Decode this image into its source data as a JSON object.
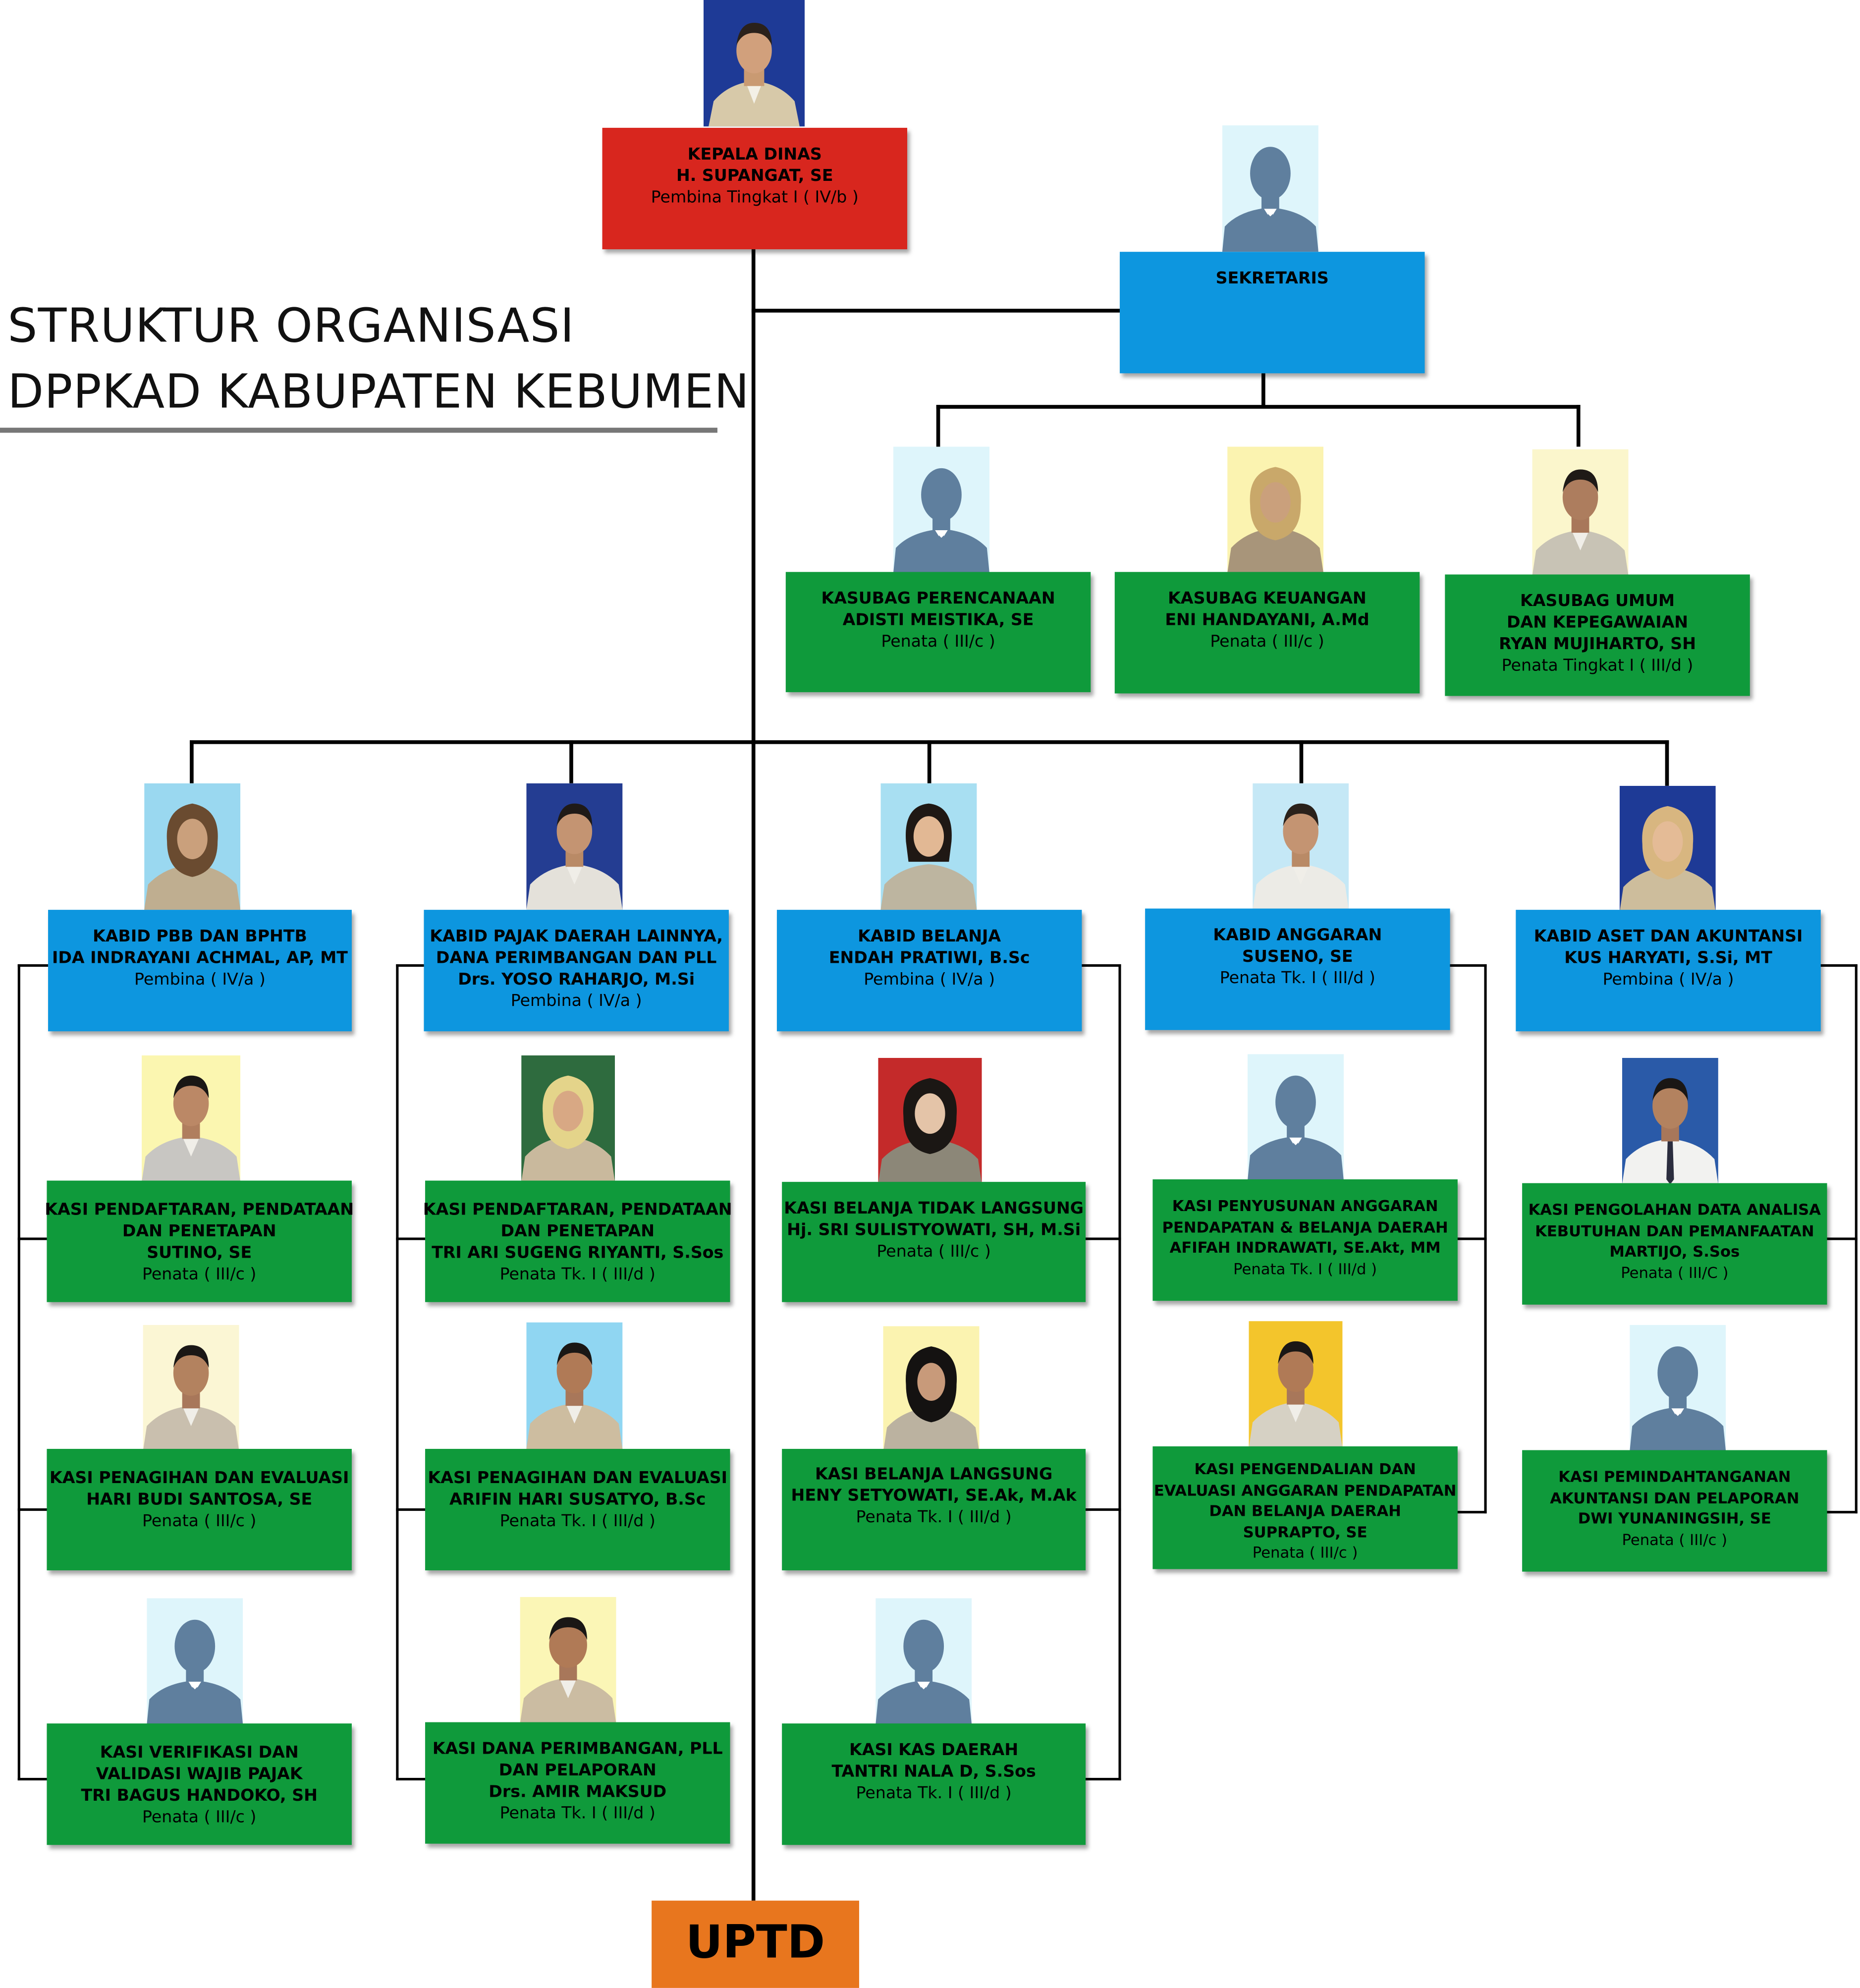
{
  "page_title": {
    "line1": "STRUKTUR ORGANISASI",
    "line2": "DPPKAD KABUPATEN KEBUMEN"
  },
  "colors": {
    "head": "#d8261e",
    "secretary_and_kabid": "#0d96df",
    "kasubag_and_kasi": "#0f9a3b",
    "uptd": "#e8761e"
  },
  "kepala": {
    "title": "KEPALA DINAS",
    "name": "H. SUPANGAT, SE",
    "rank": "Pembina Tingkat I (  IV/b )",
    "photo": "person-photo"
  },
  "sekretaris": {
    "title": "SEKRETARIS",
    "photo": "person-silhouette-icon"
  },
  "kasubag": [
    {
      "lines": [
        "KASUBAG PERENCANAAN",
        "ADISTI MEISTIKA, SE"
      ],
      "rank": "Penata ( III/c )",
      "photo": "person-silhouette-icon"
    },
    {
      "lines": [
        "KASUBAG KEUANGAN",
        "ENI HANDAYANI, A.Md"
      ],
      "rank": "Penata ( III/c )",
      "photo": "person-photo"
    },
    {
      "lines": [
        "KASUBAG UMUM",
        "DAN KEPEGAWAIAN",
        "RYAN MUJIHARTO, SH"
      ],
      "rank": "Penata Tingkat I ( III/d )",
      "photo": "person-photo"
    }
  ],
  "kabid": [
    {
      "lines": [
        "KABID PBB DAN BPHTB",
        "IDA INDRAYANI ACHMAL, AP, MT"
      ],
      "rank": "Pembina ( IV/a )",
      "photo": "person-photo"
    },
    {
      "lines": [
        "KABID PAJAK DAERAH LAINNYA,",
        "DANA PERIMBANGAN DAN PLL",
        "Drs. YOSO RAHARJO, M.Si"
      ],
      "rank": "Pembina ( IV/a )",
      "photo": "person-photo"
    },
    {
      "lines": [
        "KABID BELANJA",
        "ENDAH PRATIWI, B.Sc"
      ],
      "rank": "Pembina ( IV/a )",
      "photo": "person-photo"
    },
    {
      "lines": [
        "KABID ANGGARAN",
        "SUSENO, SE"
      ],
      "rank": "Penata Tk. I ( III/d )",
      "photo": "person-photo"
    },
    {
      "lines": [
        "KABID ASET DAN AKUNTANSI",
        "KUS HARYATI, S.Si, MT"
      ],
      "rank": "Pembina ( IV/a )",
      "photo": "person-photo"
    }
  ],
  "kasi_col1": [
    {
      "lines": [
        "KASI PENDAFTARAN, PENDATAAN",
        "DAN PENETAPAN",
        "SUTINO, SE"
      ],
      "rank": "Penata ( III/c )",
      "photo": "person-photo"
    },
    {
      "lines": [
        "KASI PENAGIHAN DAN EVALUASI",
        "HARI BUDI SANTOSA, SE"
      ],
      "rank": "Penata ( III/c )",
      "photo": "person-photo"
    },
    {
      "lines": [
        "KASI VERIFIKASI DAN",
        "VALIDASI WAJIB PAJAK",
        "TRI BAGUS HANDOKO, SH"
      ],
      "rank": "Penata ( III/c )",
      "photo": "person-silhouette-icon"
    }
  ],
  "kasi_col2": [
    {
      "lines": [
        "KASI PENDAFTARAN, PENDATAAN",
        "DAN PENETAPAN",
        "TRI ARI SUGENG RIYANTI, S.Sos"
      ],
      "rank": "Penata Tk. I ( III/d )",
      "photo": "person-photo"
    },
    {
      "lines": [
        "KASI PENAGIHAN DAN EVALUASI",
        "ARIFIN HARI SUSATYO, B.Sc"
      ],
      "rank": "Penata Tk. I ( III/d )",
      "photo": "person-photo"
    },
    {
      "lines": [
        "KASI DANA PERIMBANGAN, PLL",
        "DAN PELAPORAN",
        "Drs. AMIR MAKSUD"
      ],
      "rank": "Penata Tk. I ( III/d )",
      "photo": "person-photo"
    }
  ],
  "kasi_col3": [
    {
      "lines": [
        "KASI BELANJA TIDAK LANGSUNG",
        "Hj. SRI SULISTYOWATI, SH, M.Si"
      ],
      "rank": "Penata ( III/c )",
      "photo": "person-photo"
    },
    {
      "lines": [
        "KASI BELANJA LANGSUNG",
        "HENY SETYOWATI, SE.Ak, M.Ak"
      ],
      "rank": "Penata Tk. I ( III/d )",
      "photo": "person-photo"
    },
    {
      "lines": [
        "KASI KAS DAERAH",
        "TANTRI NALA D, S.Sos"
      ],
      "rank": "Penata Tk. I ( III/d )",
      "photo": "person-silhouette-icon"
    }
  ],
  "kasi_col4": [
    {
      "lines": [
        "KASI PENYUSUNAN ANGGARAN",
        "PENDAPATAN & BELANJA DAERAH",
        "AFIFAH INDRAWATI, SE.Akt, MM"
      ],
      "rank": "Penata Tk. I ( III/d )",
      "photo": "person-silhouette-icon"
    },
    {
      "lines": [
        "KASI PENGENDALIAN DAN",
        "EVALUASI ANGGARAN PENDAPATAN",
        "DAN BELANJA DAERAH",
        "SUPRAPTO, SE"
      ],
      "rank": "Penata ( III/c )",
      "photo": "person-photo"
    }
  ],
  "kasi_col5": [
    {
      "lines": [
        "KASI PENGOLAHAN DATA ANALISA",
        "KEBUTUHAN DAN PEMANFAATAN",
        "MARTIJO, S.Sos"
      ],
      "rank": "Penata ( III/C )",
      "photo": "person-photo"
    },
    {
      "lines": [
        "KASI PEMINDAHTANGANAN",
        "AKUNTANSI DAN PELAPORAN",
        "DWI YUNANINGSIH, SE"
      ],
      "rank": "Penata ( III/c )",
      "photo": "person-silhouette-icon"
    }
  ],
  "uptd": {
    "label": "UPTD"
  }
}
